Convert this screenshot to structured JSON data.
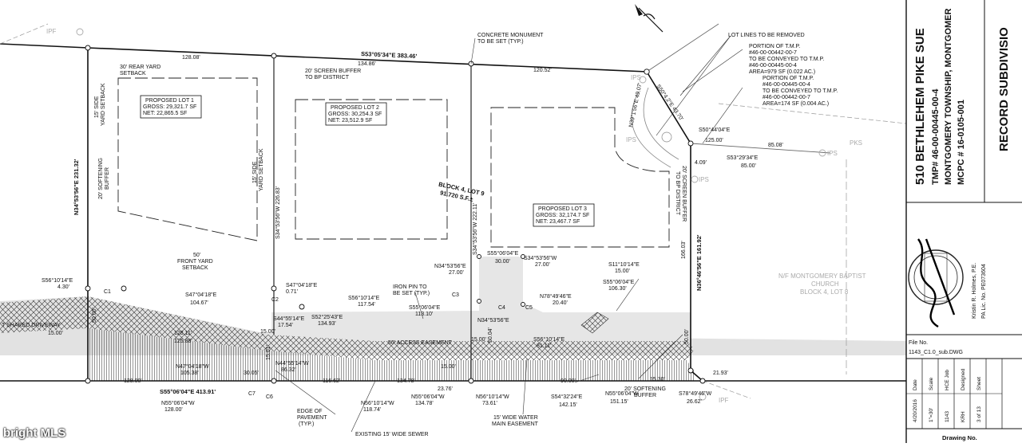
{
  "title_block": {
    "title": "510 BETHLEHEM PIKE SUE",
    "tmp": "TMP# 46-00-00445-00-4",
    "township": "MONTGOMERY TOWNSHIP, MONTGOMER",
    "mcpc": "MCPC # 16-0105-001",
    "record": "RECORD SUBDIVISIO",
    "engineer": "Kristin R. Holmes, P.E.",
    "license": "PA Lic. No. PE073604",
    "file_no_label": "File No.",
    "file_no": "1143_C1.0_sub.DWG",
    "date_label": "Date",
    "date": "4/20/2016",
    "scale_label": "Scale",
    "scale": "1\"=30'",
    "hce_label": "HCE Job",
    "hce": "1143",
    "designed_label": "Designed",
    "designed": "KRH",
    "sheet_label": "Sheet",
    "sheet": "3 of 13",
    "drawing_no_label": "Drawing No."
  },
  "lots": [
    {
      "name": "PROPOSED LOT 1",
      "gross": "GROSS: 29,321.7 SF",
      "net": "NET: 22,865.5 SF"
    },
    {
      "name": "PROPOSED LOT 2",
      "gross": "GROSS: 30,254.3 SF",
      "net": "NET: 23,512.9 SF"
    },
    {
      "name": "PROPOSED LOT 3",
      "gross": "GROSS: 32,174.7 SF",
      "net": "NET: 23,467.7 SF"
    }
  ],
  "notes": {
    "lot_lines_removed": "LOT LINES TO BE REMOVED",
    "portion1": [
      "PORTION OF T.M.P.",
      "#46-00-00442-00-7",
      "TO BE CONVEYED TO T.M.P.",
      "#46-00-00445-00-4",
      "AREA=979 SF (0.022 AC.)"
    ],
    "portion2": [
      "PORTION OF T.M.P.",
      "#46-00-00445-00-4",
      "TO BE CONVEYED TO T.M.P.",
      "#46-00-00442-00-7",
      "AREA=174 SF (0.004 AC.)"
    ],
    "concrete_monument": [
      "CONCRETE MONUMENT",
      "TO BE SET (TYP.)"
    ],
    "block": [
      "BLOCK 4, LOT 9",
      "91,720 S.F.±"
    ],
    "neighbor": [
      "N/F MONTGOMERY BAPTIST",
      "CHURCH",
      "BLOCK 4, LOT 8"
    ],
    "iron_pin": [
      "IRON PIN TO",
      "BE SET (TYP.)"
    ],
    "access_easement": "50' ACCESS EASEMENT",
    "water_easement": [
      "15' WIDE WATER",
      "MAIN EASEMENT"
    ],
    "sewer": "EXISTING 15' WIDE SEWER",
    "edge_pavement": [
      "EDGE OF",
      "PAVEMENT",
      "(TYP.)"
    ],
    "shared_driveway": "T SHARED DRIVEWAY",
    "rear_setback": [
      "30' REAR YARD",
      "SETBACK"
    ],
    "side_setback1": [
      "15' SIDE",
      "YARD SETBACK"
    ],
    "side_setback2": [
      "15' SIDE",
      "YARD SETBACK"
    ],
    "softening1": [
      "20' SOFTENING",
      "BUFFER"
    ],
    "softening2": [
      "20' SOFTENING",
      "BUFFER"
    ],
    "screen_buffer1": [
      "20' SCREEN BUFFER",
      "TO BP DISTRICT"
    ],
    "screen_buffer2": [
      "20' SCREEN BUFFER",
      "TO BP DISTRICT"
    ],
    "front_setback": [
      "50'",
      "FRONT YARD",
      "SETBACK"
    ]
  },
  "markers": {
    "ipf": "IPF",
    "ips": "IPS",
    "pks": "PKS"
  },
  "dims": {
    "top_total": "S53°05'34\"E 383.46'",
    "top_a": "128.08'",
    "top_b": "134.86'",
    "top_c": "120.52'",
    "left": "N34°53'56\"E 231.32'",
    "bottom_total": "S55°06'04\"E 413.91'",
    "right_bearing": "N36°46'56\"E 161.92'",
    "ne_a": "S50°44'04\"E",
    "ne_a_dist": "125.00'",
    "ne_b": "S53°29'34\"E",
    "ne_b_dist": "85.00'",
    "ne_c": "85.08'",
    "ne_d": "4.09'",
    "diag": "S50°4.2°E 43.70'",
    "nw_side": "N39°1'56\"E 49.07'",
    "lotline1": "S34°53'56\"W 226.83'",
    "lotline2": "S34°53'56\"W 222.11'",
    "right_inner": "166.03'",
    "b1": "S56°10'14\"E",
    "b1d": "4.30'",
    "b2": "S47°04'18\"E",
    "b2d": "104.67'",
    "b3": "S47°04'18\"E",
    "b3d": "0.71'",
    "b4": "S56°10'14\"E",
    "b4d": "117.54'",
    "b5": "S55°06'04\"E",
    "b5d": "113.10'",
    "b6": "S55°06'04\"E",
    "b6d": "30.00'",
    "b7": "N34°53'56\"E",
    "b7d": "27.00'",
    "b8": "S34°53'56\"W",
    "b8d": "27.00'",
    "b9": "N78°49'46\"E",
    "b9d": "20.40'",
    "b10": "S11°10'14\"E",
    "b10d": "15.00'",
    "b11": "S55°06'04\"E",
    "b11d": "106.30'",
    "b12": "S44°55'14\"E",
    "b12d": "17.54'",
    "b13": "S52°25'43\"E",
    "b13d": "134.93'",
    "b14": "N34°53'56\"E",
    "b14d": "15.00'",
    "b15": "S56°10'14\"E",
    "b15d": "81.11'",
    "b16": "N44°55'14\"W",
    "b16d": "86.32'",
    "b17": "N47°04'18\"W",
    "b17d": "105.38'",
    "bot1": "N55°06'04\"W",
    "bot1d": "128.00'",
    "bot2": "N55°06'04\"W",
    "bot2d": "134.78'",
    "bot3": "N56°10'14\"W",
    "bot3d": "118.74'",
    "bot4": "N56°10'14\"W",
    "bot4d": "73.61'",
    "bot5": "S54°32'24\"E",
    "bot5d": "142.15'",
    "bot6": "N55°06'04\"W",
    "bot6d": "151.15'",
    "bot7": "S78°49'46\"W",
    "bot7d": "26.62'",
    "d128": "128.00'",
    "d134": "134.78'",
    "d116": "116.62'",
    "d90": "90.00'",
    "d2176": "23.76'",
    "d2193": "21.93'",
    "d1500a": "15.00'",
    "d1500b": "15.00'",
    "d1500c": "15.00'",
    "d5000a": "50.00'",
    "d5000b": "50.00'",
    "d3005": "30.05'",
    "d12811": "128.11'",
    "d12888": "125.88'",
    "d5004": "50.04'",
    "d1501": "15.01'",
    "d1530": "15.30'"
  },
  "curves": [
    "C1",
    "C2",
    "C3",
    "C4",
    "C5",
    "C6",
    "C7"
  ],
  "watermark": "bright MLS"
}
